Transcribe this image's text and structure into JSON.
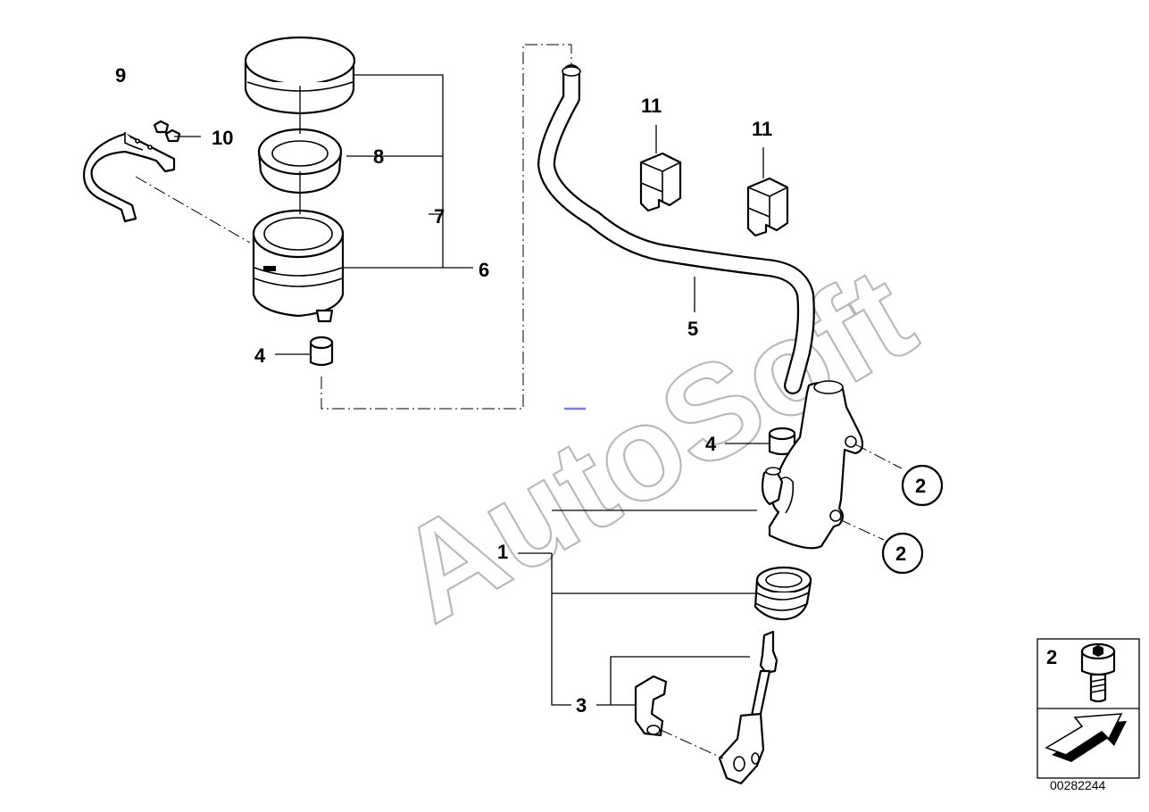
{
  "diagram": {
    "watermark": "AutoSoft",
    "labels": {
      "l1": "1",
      "l2a": "2",
      "l2b": "2",
      "l3": "3",
      "l4a": "4",
      "l4b": "4",
      "l5": "5",
      "l6": "6",
      "l7": "7",
      "l8": "8",
      "l9": "9",
      "l10": "10",
      "l11a": "11",
      "l11b": "11"
    },
    "legend": {
      "item": "2"
    },
    "catalog_number": "00282244"
  }
}
